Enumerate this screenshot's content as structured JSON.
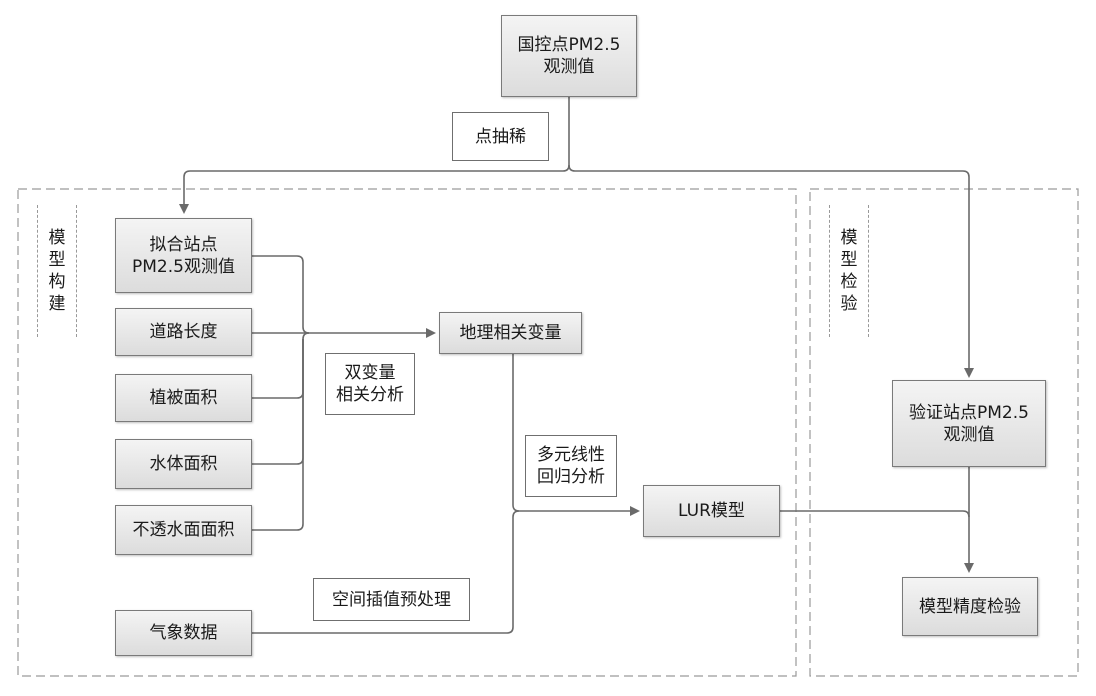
{
  "nodes": {
    "national_obs": "国控点PM2.5\n观测值",
    "point_thinning": "点抽稀",
    "fit_station": "拟合站点\nPM2.5观测值",
    "road_length": "道路长度",
    "vegetation_area": "植被面积",
    "water_area": "水体面积",
    "impervious_area": "不透水面面积",
    "meteorology": "气象数据",
    "geo_vars": "地理相关变量",
    "bivariate": "双变量\n相关分析",
    "mlr": "多元线性\n回归分析",
    "interp": "空间插值预处理",
    "lur_model": "LUR模型",
    "verify_station": "验证站点PM2.5\n观测值",
    "accuracy_check": "模型精度检验"
  },
  "groups": {
    "build_label": "模\n型\n构\n建",
    "verify_label": "模\n型\n检\n验"
  }
}
